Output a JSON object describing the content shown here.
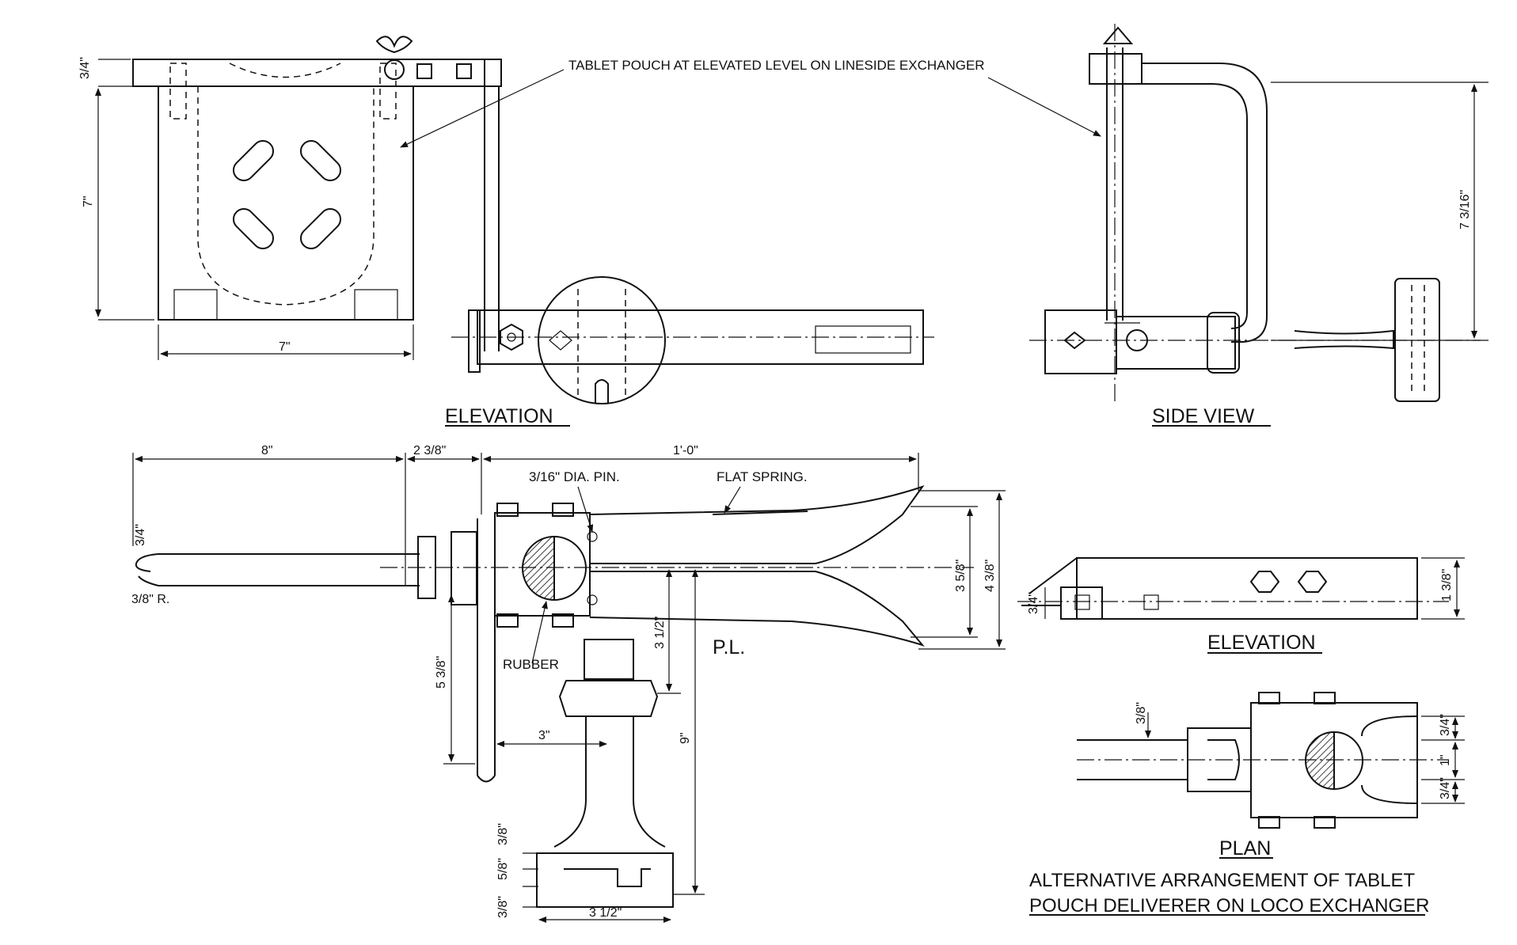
{
  "labels": {
    "pouch_callout": "TABLET POUCH AT ELEVATED LEVEL ON LINESIDE EXCHANGER",
    "pin": "3/16\" DIA. PIN.",
    "flat_spring": "FLAT SPRING.",
    "rubber": "RUBBER",
    "initials": "P.L."
  },
  "titles": {
    "elevation_top": "ELEVATION",
    "side_view": "SIDE VIEW",
    "elevation_right": "ELEVATION",
    "plan": "PLAN",
    "caption_line1": "ALTERNATIVE ARRANGEMENT OF TABLET",
    "caption_line2": "POUCH DELIVERER ON LOCO EXCHANGER"
  },
  "dimensions": {
    "d_top_small": "3/4\"",
    "d_height_7": "7\"",
    "d_width_7": "7\"",
    "d_side_height": "7 3/16\"",
    "d_8": "8\"",
    "d_2_3_8": "2 3/8\"",
    "d_1_0": "1'-0\"",
    "d_3_4_left": "3/4\"",
    "d_3_8_r": "3/8\" R.",
    "d_3_5_8": "3 5/8\"",
    "d_4_3_8": "4 3/8\"",
    "d_5_3_8": "5 3/8\"",
    "d_3_1_2_v": "3 1/2\"",
    "d_9": "9\"",
    "d_3": "3\"",
    "d_3_8_base": "3/8\"",
    "d_5_8_base": "5/8\"",
    "d_3_8_base2": "3/8\"",
    "d_3_1_2_base": "3 1/2\"",
    "d_3_4_re": "3/4\"",
    "d_1_3_8": "1 3/8\"",
    "d_3_8_plan": "3/8\"",
    "d_3_4_plan_a": "3/4\"",
    "d_1_plan": "1\"",
    "d_3_4_plan_b": "3/4\""
  }
}
